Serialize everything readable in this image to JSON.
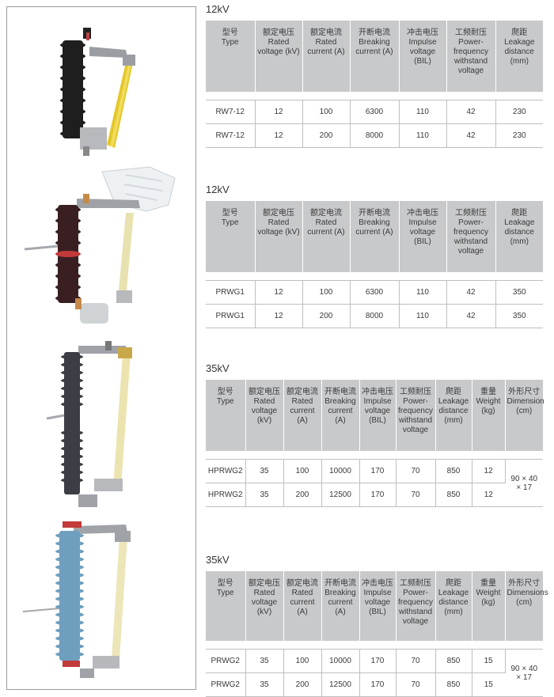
{
  "colors": {
    "header_bg": "#c8c9cb",
    "border": "#bfbfbf",
    "text": "#3a3a3a"
  },
  "tables": [
    {
      "title": "12kV",
      "headers": [
        {
          "cn": "型号",
          "en": "Type"
        },
        {
          "cn": "额定电压",
          "en": "Rated voltage (kV)"
        },
        {
          "cn": "额定电流",
          "en": "Rated current (A)"
        },
        {
          "cn": "开断电流",
          "en": "Breaking current (A)"
        },
        {
          "cn": "冲击电压",
          "en": "Impulse voltage (BIL)"
        },
        {
          "cn": "工频耐压",
          "en": "Power-frequency withstand voltage"
        },
        {
          "cn": "爬距",
          "en": "Leakage distance (mm)"
        }
      ],
      "rows": [
        [
          "RW7-12",
          "12",
          "100",
          "6300",
          "110",
          "42",
          "230"
        ],
        [
          "RW7-12",
          "12",
          "200",
          "8000",
          "110",
          "42",
          "230"
        ]
      ]
    },
    {
      "title": "12kV",
      "headers": [
        {
          "cn": "型号",
          "en": "Type"
        },
        {
          "cn": "额定电压",
          "en": "Rated voltage (kV)"
        },
        {
          "cn": "额定电流",
          "en": "Rated current (A)"
        },
        {
          "cn": "开断电流",
          "en": "Breaking current (A)"
        },
        {
          "cn": "冲击电压",
          "en": "Impulse voltage (BIL)"
        },
        {
          "cn": "工频耐压",
          "en": "Power-frequency withstand voltage"
        },
        {
          "cn": "爬距",
          "en": "Leakage distance (mm)"
        }
      ],
      "rows": [
        [
          "PRWG1",
          "12",
          "100",
          "6300",
          "110",
          "42",
          "350"
        ],
        [
          "PRWG1",
          "12",
          "200",
          "8000",
          "110",
          "42",
          "350"
        ]
      ]
    },
    {
      "title": "35kV",
      "headers": [
        {
          "cn": "型号",
          "en": "Type"
        },
        {
          "cn": "额定电压",
          "en": "Rated voltage (kV)"
        },
        {
          "cn": "额定电流",
          "en": "Rated current (A)"
        },
        {
          "cn": "开断电流",
          "en": "Breaking current (A)"
        },
        {
          "cn": "冲击电压",
          "en": "Impulse voltage (BIL)"
        },
        {
          "cn": "工频耐压",
          "en": "Power-frequency withstand voltage"
        },
        {
          "cn": "爬距",
          "en": "Leakage distance (mm)"
        },
        {
          "cn": "重量",
          "en": "Weight (kg)"
        },
        {
          "cn": "外形尺寸",
          "en": "Dimension (cm)"
        }
      ],
      "rows": [
        [
          "HPRWG2",
          "35",
          "100",
          "10000",
          "170",
          "70",
          "850",
          "12"
        ],
        [
          "HPRWG2",
          "35",
          "200",
          "12500",
          "170",
          "70",
          "850",
          "12"
        ]
      ],
      "dimension": "90 × 40 × 17"
    },
    {
      "title": "35kV",
      "headers": [
        {
          "cn": "型号",
          "en": "Type"
        },
        {
          "cn": "额定电压",
          "en": "Rated voltage (kV)"
        },
        {
          "cn": "额定电流",
          "en": "Rated current (A)"
        },
        {
          "cn": "开断电流",
          "en": "Breaking current (A)"
        },
        {
          "cn": "冲击电压",
          "en": "Impulse voltage (BIL)"
        },
        {
          "cn": "工频耐压",
          "en": "Power-frequency withstand voltage"
        },
        {
          "cn": "爬距",
          "en": "Leakage distance (mm)"
        },
        {
          "cn": "重量",
          "en": "Weight (kg)"
        },
        {
          "cn": "外形尺寸",
          "en": "Dimensions (cm)"
        }
      ],
      "rows": [
        [
          "PRWG2",
          "35",
          "100",
          "10000",
          "170",
          "70",
          "850",
          "15"
        ],
        [
          "PRWG2",
          "35",
          "200",
          "12500",
          "170",
          "70",
          "850",
          "15"
        ]
      ],
      "dimension": "90 × 40 × 17"
    }
  ]
}
